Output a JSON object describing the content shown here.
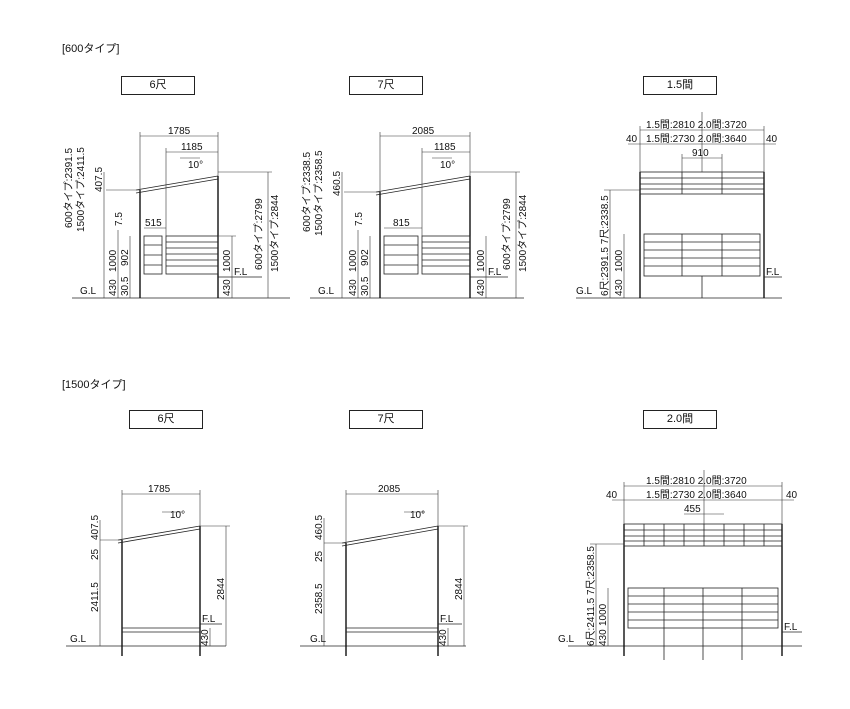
{
  "sections": {
    "type600": "[600タイプ]",
    "type1500": "[1500タイプ]"
  },
  "labels": {
    "a": "6尺",
    "b": "7尺",
    "c": "1.5間",
    "d": "6尺",
    "e": "7尺",
    "f": "2.0間"
  },
  "dims": {
    "w1785": "1785",
    "w1185": "1185",
    "deg": "10°",
    "w515": "515",
    "v6a": "600タイプ:2391.5",
    "v6b": "1500タイプ:2411.5",
    "v4075": "407.5",
    "v75": "7.5",
    "v1000": "1000",
    "v902": "902",
    "v430": "430",
    "v305": "30.5",
    "r6a": "600タイプ:2799",
    "r6b": "1500タイプ:2844",
    "fl": "F.L",
    "gl": "G.L",
    "w2085": "2085",
    "w815": "815",
    "v7a": "600タイプ:2338.5",
    "v7b": "1500タイプ:2358.5",
    "v4605": "460.5",
    "t1": "1.5間:2810 2.0間:3720",
    "t2": "1.5間:2730 2.0間:3640",
    "w40": "40",
    "w910": "910",
    "w455": "455",
    "s15a": "6尺:2391.5 7尺:2338.5",
    "s15b": "6尺:2411.5 7尺:2358.5",
    "v25": "25",
    "v24115": "2411.5",
    "v23585": "2358.5",
    "v2844": "2844"
  }
}
